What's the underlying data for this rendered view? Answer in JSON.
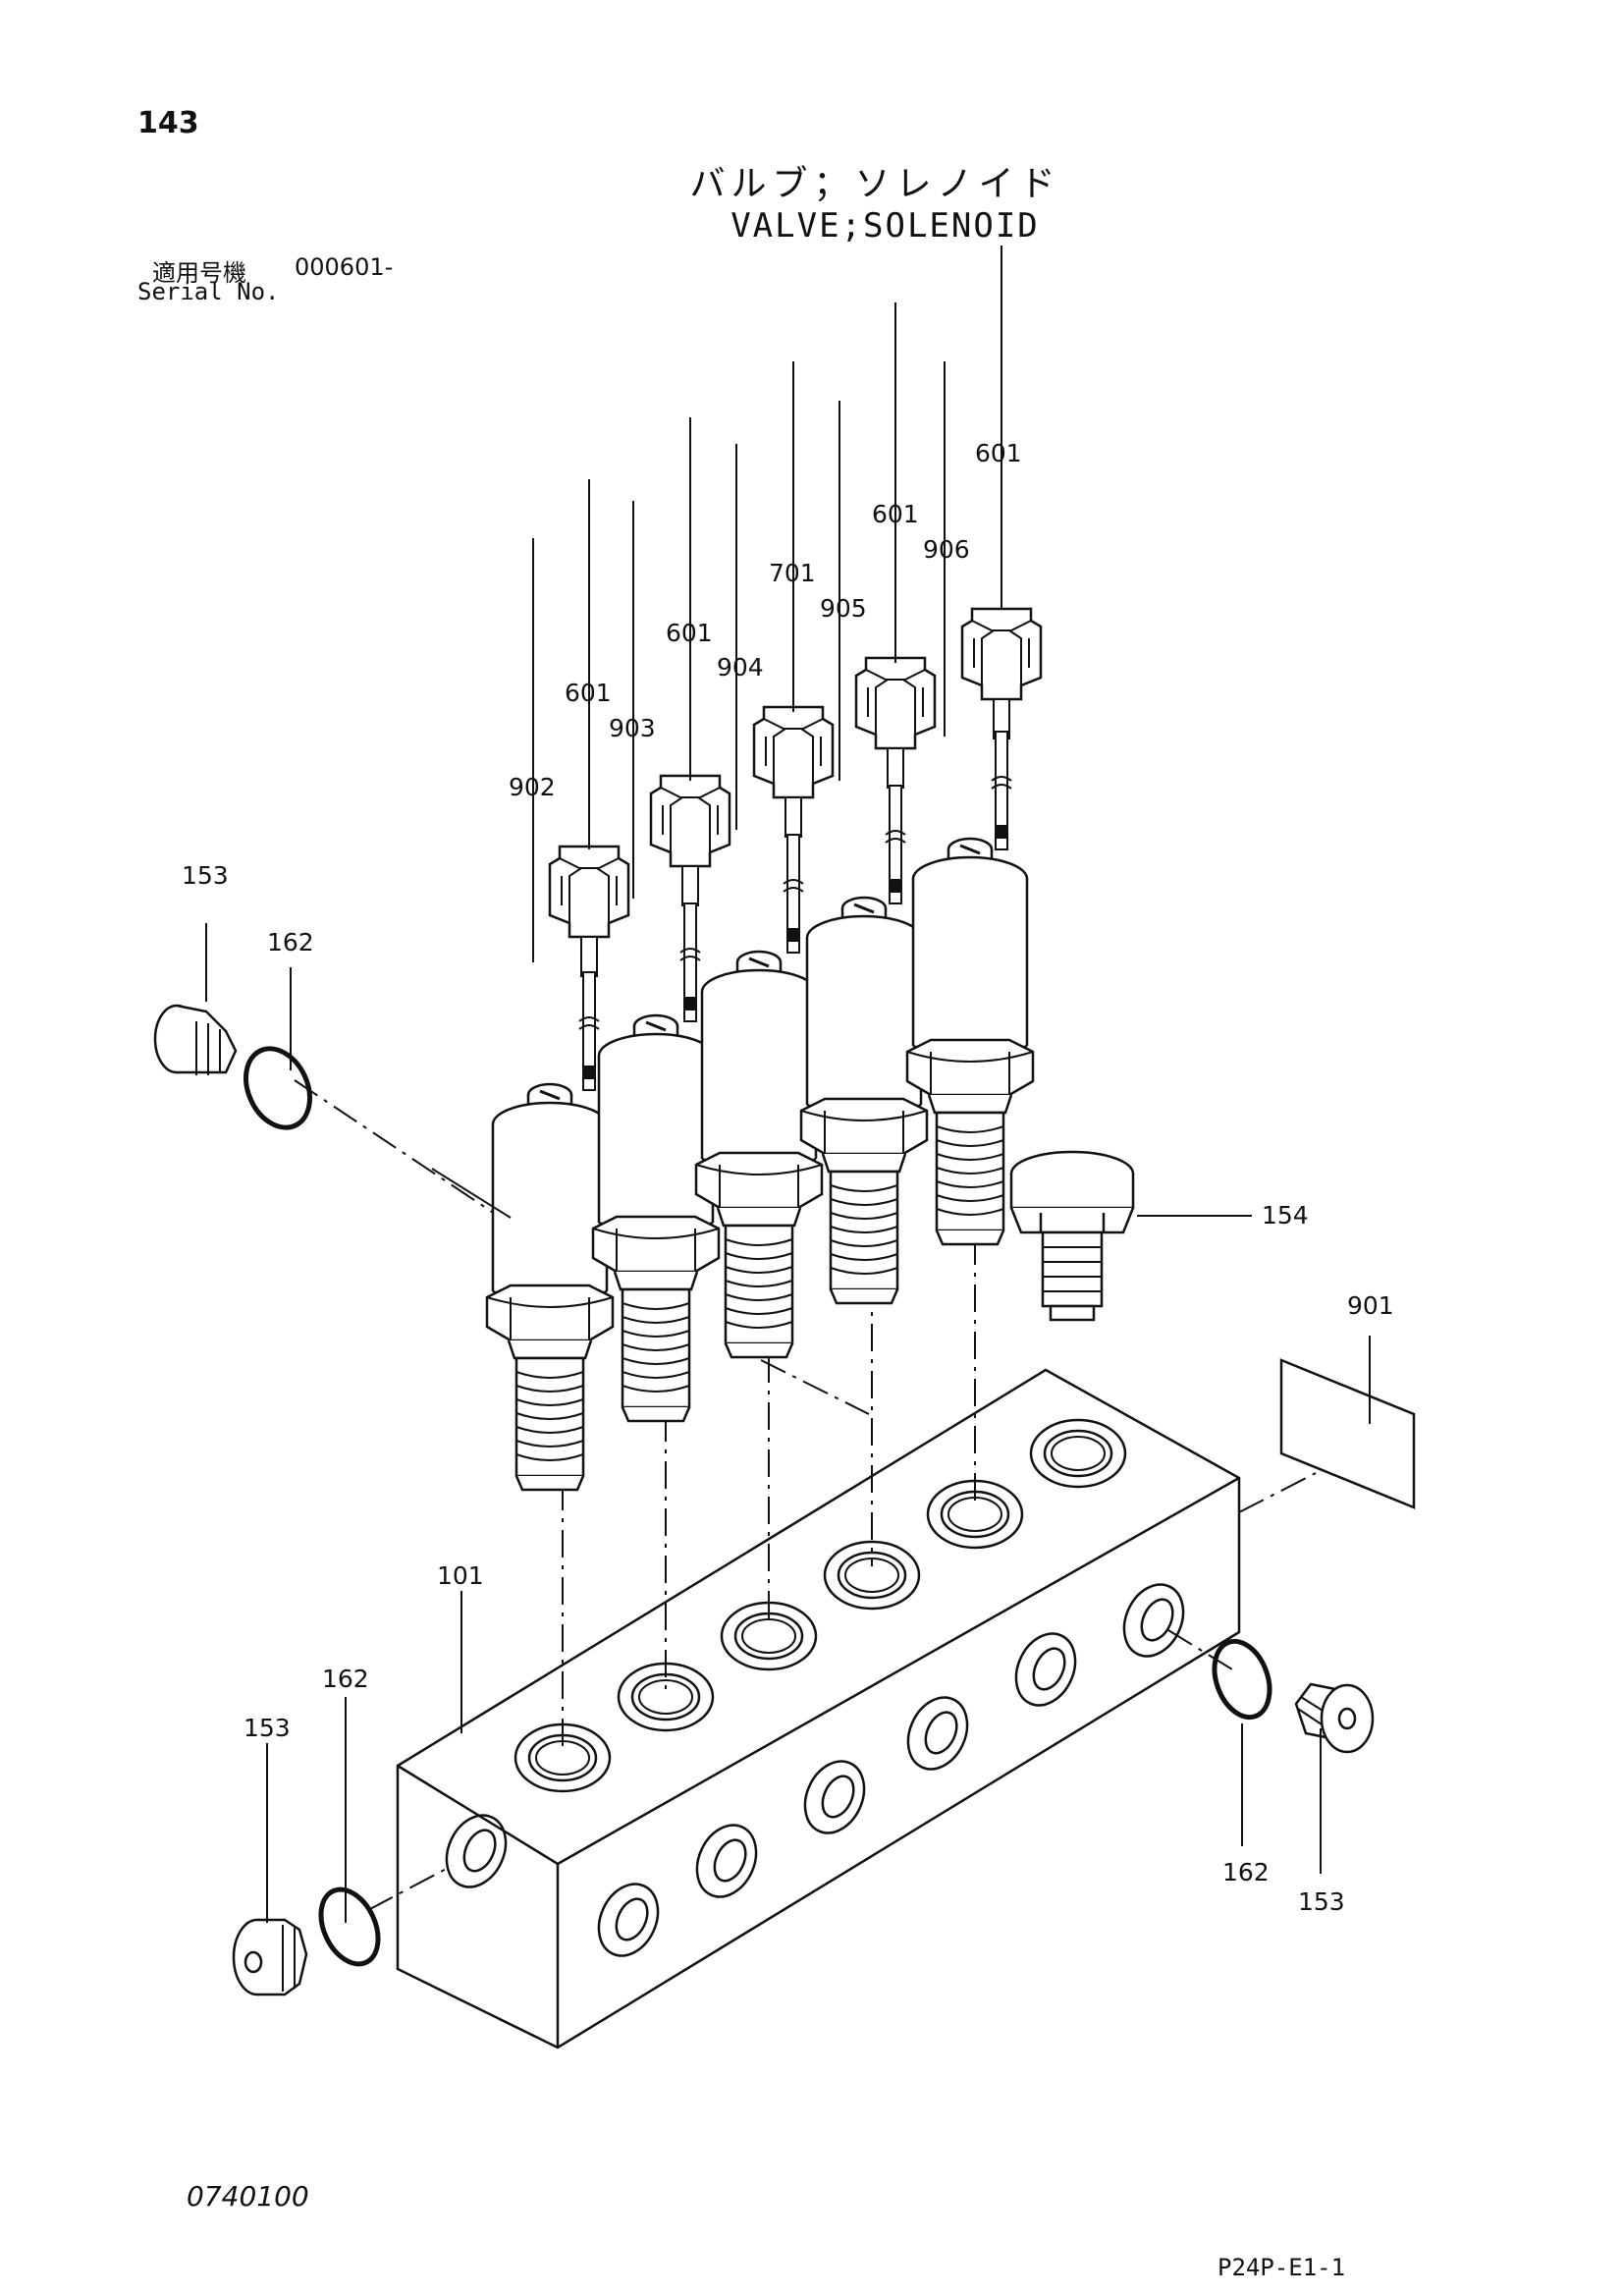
{
  "header": {
    "page_number": "143",
    "title_jp": "バルブ；ソレノイド",
    "title_en": "VALVE;SOLENOID",
    "serial_label_jp": "適用号機",
    "serial_value": "000601-",
    "serial_label_en": "Serial No."
  },
  "footer": {
    "doc_code": "0740100",
    "page_ref": "P24P-E1-1"
  },
  "diagram": {
    "labels": {
      "l601a": "601",
      "l601b": "601",
      "l601c": "601",
      "l601d": "601",
      "l701": "701",
      "l902": "902",
      "l903": "903",
      "l904": "904",
      "l905": "905",
      "l906": "906",
      "l153a": "153",
      "l162a": "162",
      "l154": "154",
      "l901": "901",
      "l101": "101",
      "l162b": "162",
      "l153b": "153",
      "l162c": "162",
      "l153c": "153"
    }
  }
}
